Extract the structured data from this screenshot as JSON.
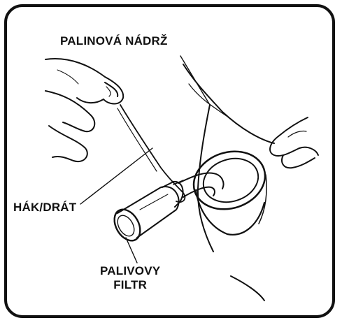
{
  "labels": {
    "fuel_tank": "PALINOVÁ NÁDRŽ",
    "hook_wire": "HÁK/DRÁT",
    "fuel_filter_line1": "PALIVOVY",
    "fuel_filter_line2": "FILTR"
  },
  "colors": {
    "ink": "#111111",
    "background": "#ffffff"
  }
}
